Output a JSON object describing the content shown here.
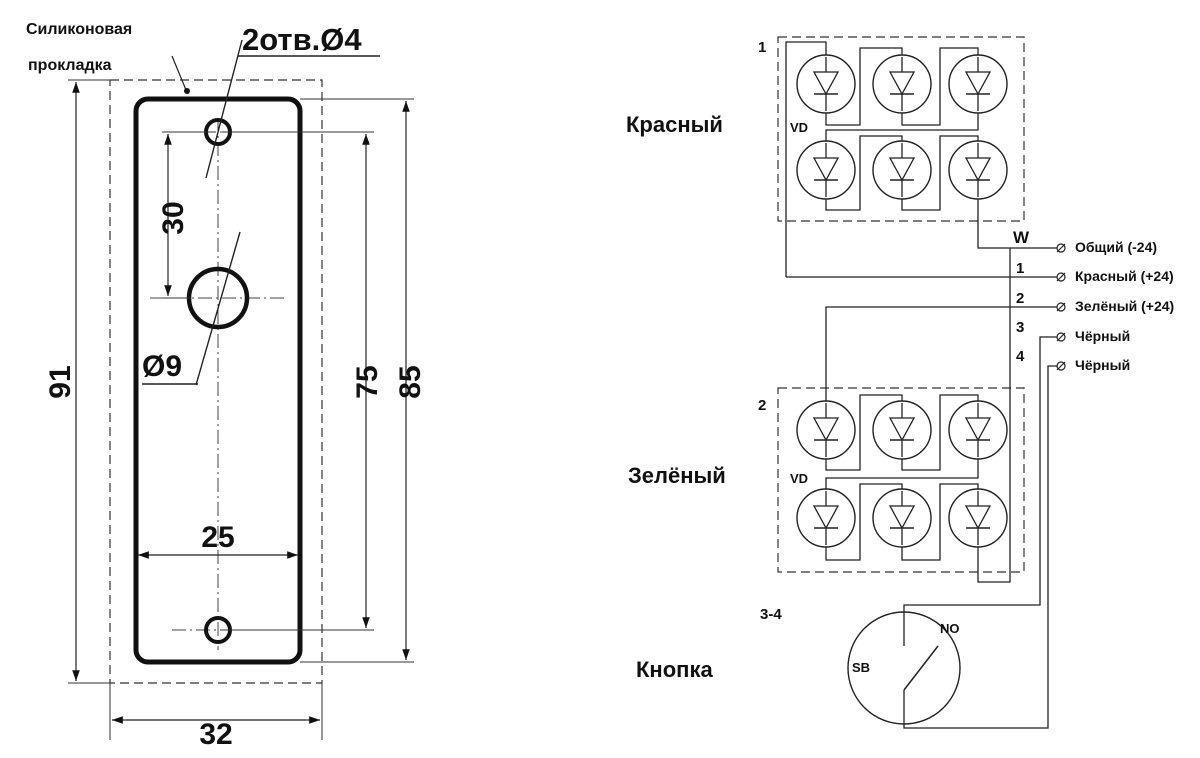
{
  "drawing": {
    "gasket_label_line1": "Силиконовая",
    "gasket_label_line2": "прокладка",
    "holes_label": "2отв.Ø4",
    "dim_30": "30",
    "dim_91": "91",
    "dim_75": "75",
    "dim_85": "85",
    "dim_9": "Ø9",
    "dim_25": "25",
    "dim_32": "32"
  },
  "schematic": {
    "group_red": "Красный",
    "group_green": "Зелёный",
    "group_button": "Кнопка",
    "block_red_num": "1",
    "block_green_num": "2",
    "vd_red": "VD",
    "vd_green": "VD",
    "common_letter": "W",
    "button_pins": "3-4",
    "button_no": "NO",
    "button_sb": "SB",
    "terminals": [
      {
        "num": "",
        "label": "Общий (-24)"
      },
      {
        "num": "1",
        "label": "Красный (+24)"
      },
      {
        "num": "2",
        "label": "Зелёный (+24)"
      },
      {
        "num": "3",
        "label": "Чёрный"
      },
      {
        "num": "4",
        "label": "Чёрный"
      }
    ]
  }
}
